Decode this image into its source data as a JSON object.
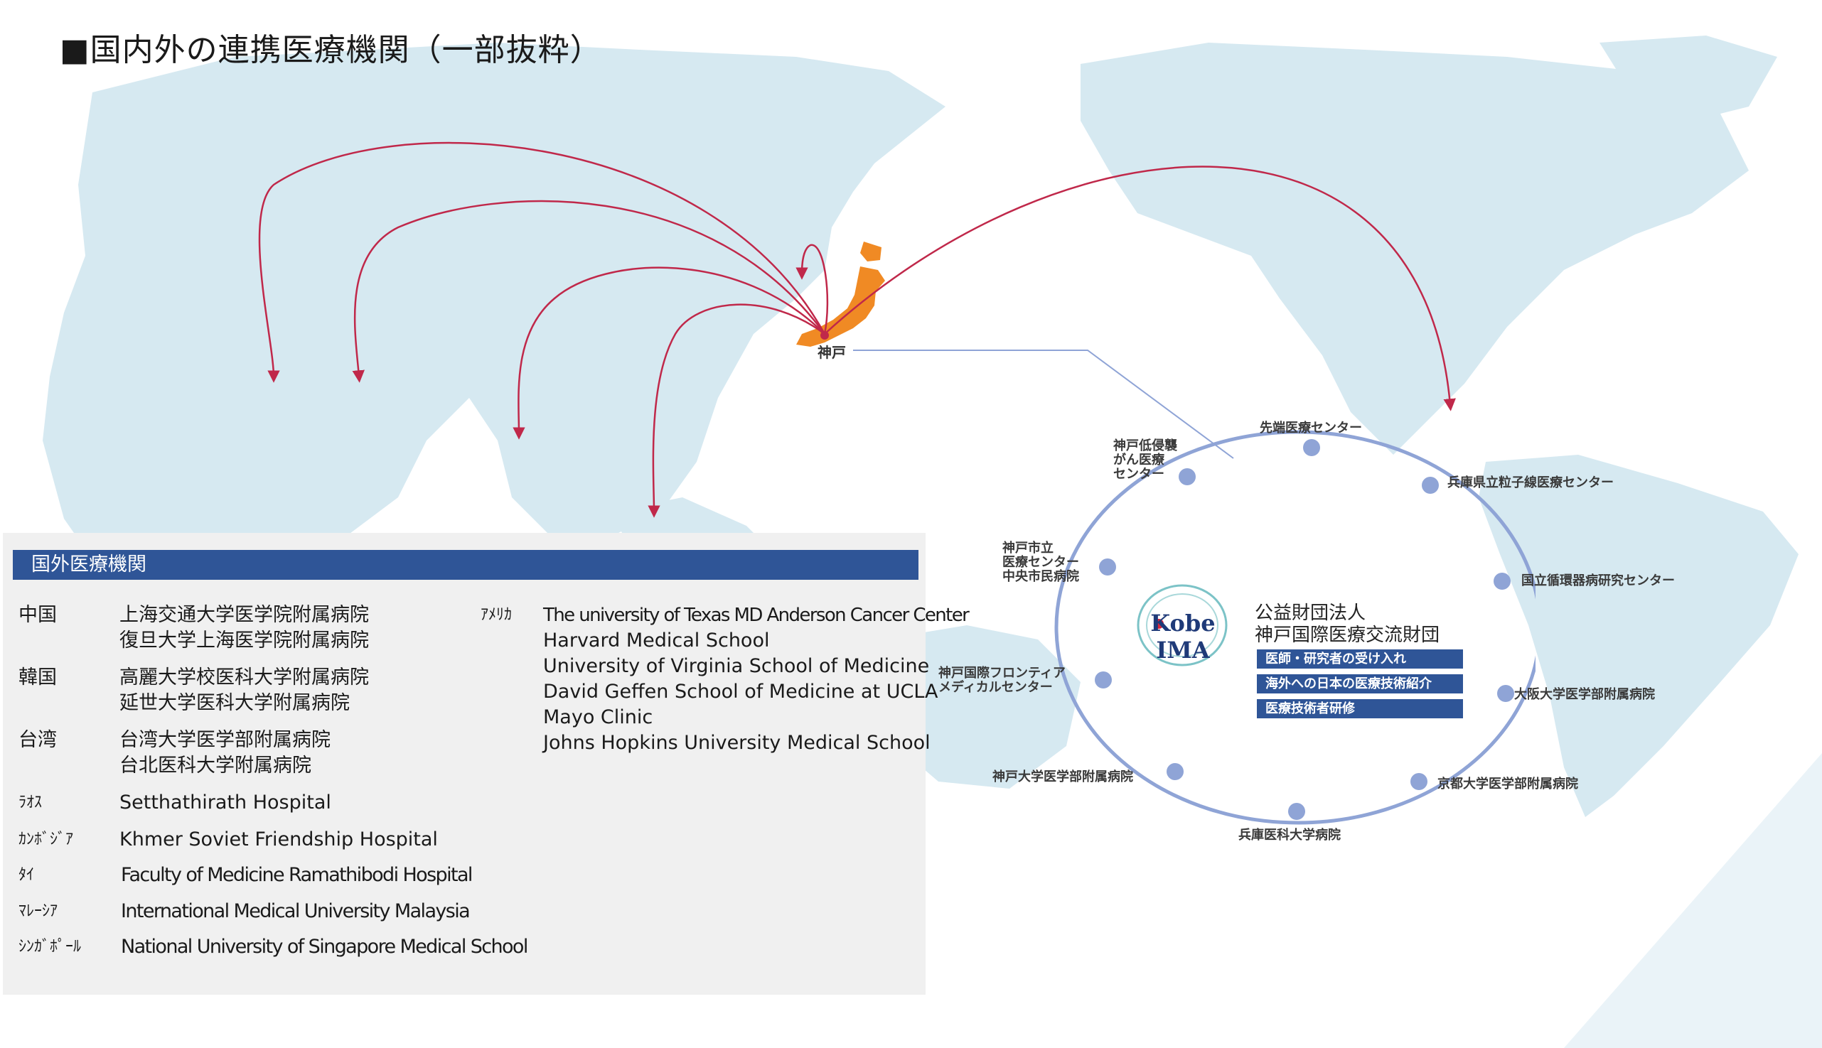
{
  "title": "■国内外の連携医療機関（一部抜粋）",
  "map": {
    "origin_label": "神戸",
    "colors": {
      "ocean": "#ffffff",
      "land": "#d6e9f1",
      "japan": "#f08a24",
      "arrow": "#c0284a",
      "ring": "#8fa4d6",
      "header": "#2f5597"
    }
  },
  "overseas": {
    "header": "国外医療機関",
    "countries": [
      {
        "name": "中国",
        "institutions": [
          "上海交通大学医学院附属病院",
          "復旦大学上海医学院附属病院"
        ]
      },
      {
        "name": "韓国",
        "institutions": [
          "高麗大学校医科大学附属病院",
          "延世大学医科大学附属病院"
        ]
      },
      {
        "name": "台湾",
        "institutions": [
          "台湾大学医学部附属病院",
          "台北医科大学附属病院"
        ]
      },
      {
        "name": "ﾗｵｽ",
        "institutions": [
          "Setthathirath Hospital"
        ]
      },
      {
        "name": "ｶﾝﾎﾞｼﾞｱ",
        "institutions": [
          "Khmer Soviet Friendship Hospital"
        ]
      },
      {
        "name": "ﾀｲ",
        "institutions": [
          "Faculty of Medicine Ramathibodi Hospital"
        ]
      },
      {
        "name": "ﾏﾚｰｼｱ",
        "institutions": [
          "International Medical University Malaysia"
        ]
      },
      {
        "name": "ｼﾝｶﾞﾎﾟｰﾙ",
        "institutions": [
          "National University of Singapore Medical School"
        ]
      },
      {
        "name": "ｱﾒﾘｶ",
        "institutions": [
          "The university of Texas MD Anderson Cancer Center",
          "Harvard Medical School",
          "University of Virginia School of Medicine",
          "David Geffen School of Medicine at UCLA",
          "Mayo Clinic",
          "Johns Hopkins University Medical School"
        ]
      }
    ]
  },
  "network": {
    "logo_text": "Kobe IMA",
    "org_type": "公益財団法人",
    "org_name": "神戸国際医療交流財団",
    "services": [
      "医師・研究者の受け入れ",
      "海外への日本の医療技術紹介",
      "医療技術者研修"
    ],
    "nodes": [
      "先端医療センター",
      "兵庫県立粒子線医療センター",
      "国立循環器病研究センター",
      "大阪大学医学部附属病院",
      "京都大学医学部附属病院",
      "兵庫医科大学病院",
      "神戸大学医学部附属病院",
      "神戸国際フロンティア\nメディカルセンター",
      "神戸市立\n医療センター\n中央市民病院",
      "神戸低侵襲\nがん医療\nセンター"
    ]
  }
}
